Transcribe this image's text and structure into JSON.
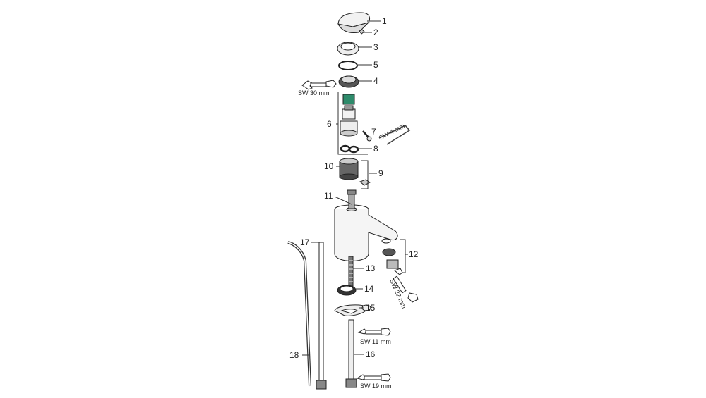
{
  "parts": {
    "p1": "1",
    "p2": "2",
    "p3": "3",
    "p4": "4",
    "p5": "5",
    "p6": "6",
    "p7": "7",
    "p8": "8",
    "p9": "9",
    "p10": "10",
    "p11": "11",
    "p12": "12",
    "p13": "13",
    "p14": "14",
    "p15": "15",
    "p16": "16",
    "p17": "17",
    "p18": "18"
  },
  "tools": {
    "sw30": "SW 30 mm",
    "sw4": "SW 4 mm",
    "sw22": "SW 22 mm",
    "sw11": "SW 11 mm",
    "sw19": "SW 19 mm"
  },
  "colors": {
    "cartridge_green": "#2e8b6b",
    "line": "#333333",
    "fill_light": "#f2f2f2"
  }
}
